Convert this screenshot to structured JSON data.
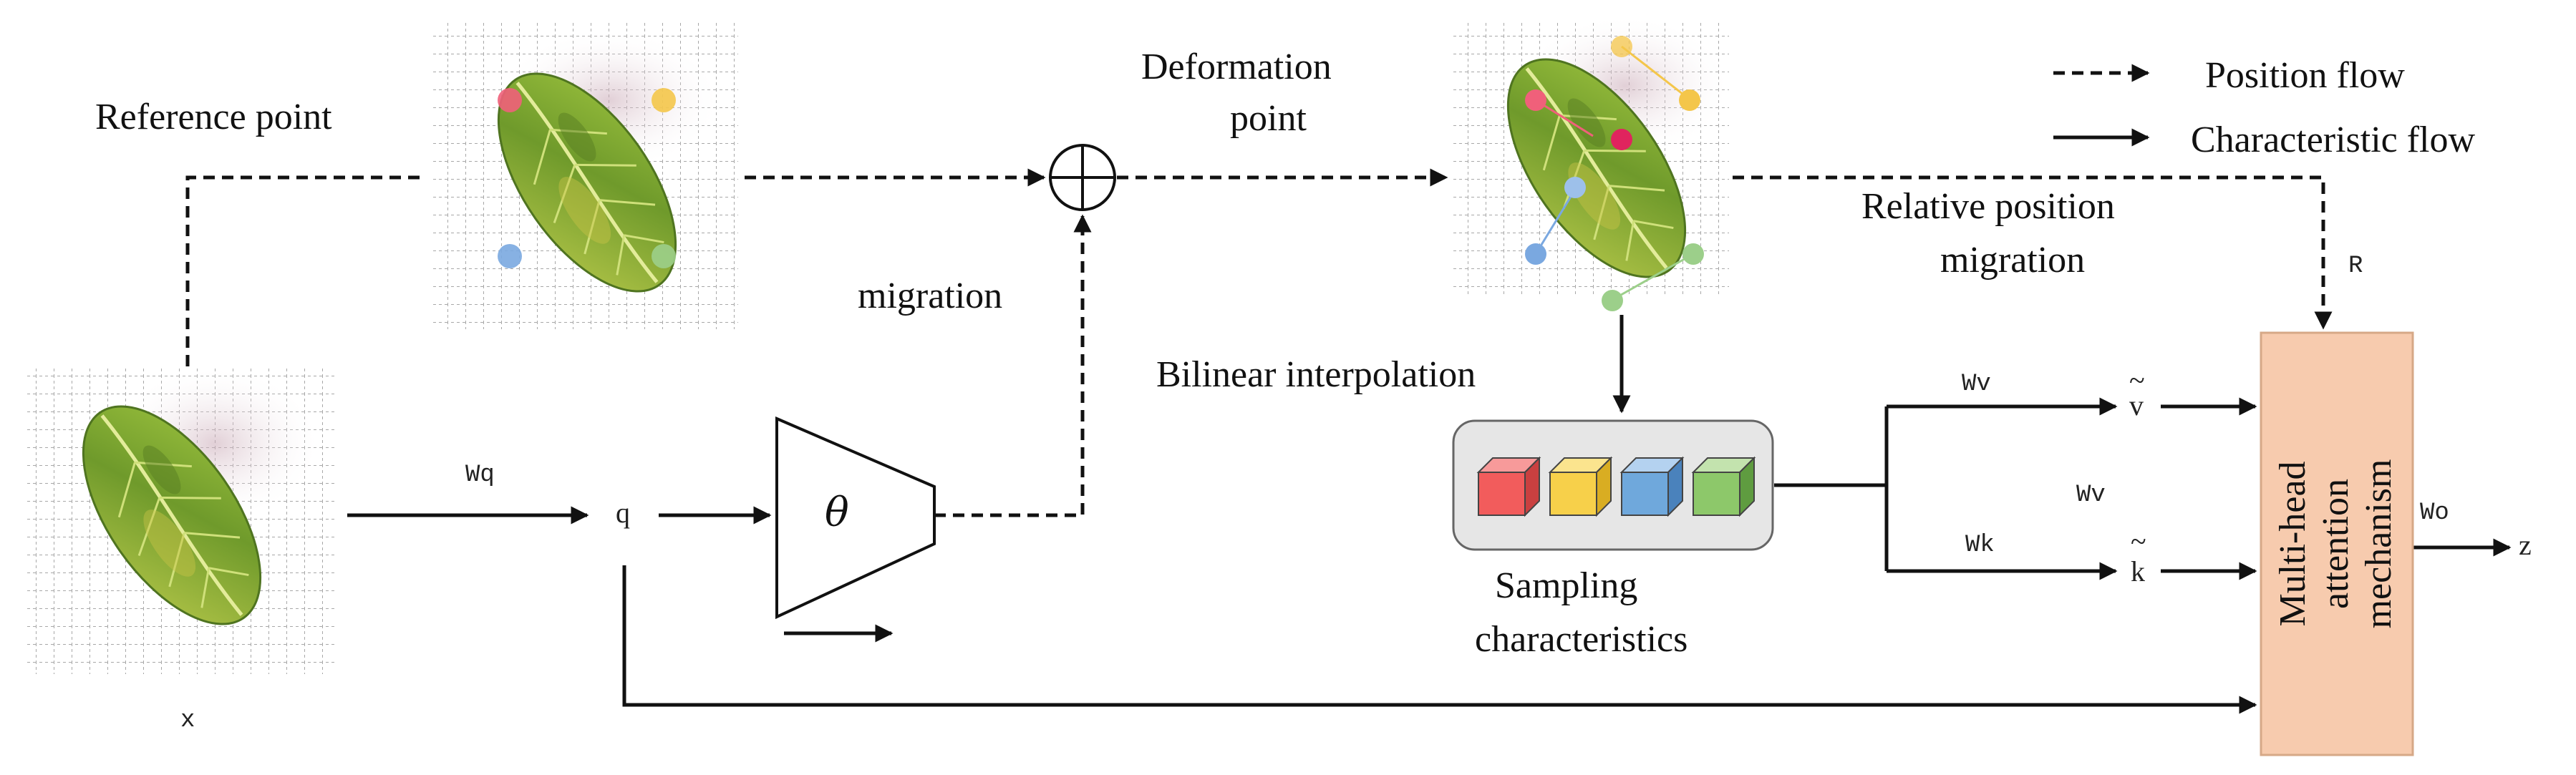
{
  "labels": {
    "reference_point": "Reference point",
    "deformation_point_line1": "Deformation",
    "deformation_point_line2": "point",
    "migration": "migration",
    "relative_line1": "Relative position",
    "relative_line2": "migration",
    "bilinear": "Bilinear interpolation",
    "sampling_line1": "Sampling",
    "sampling_line2": "characteristics",
    "mha_line1": "Multi-head",
    "mha_line2": "attention",
    "mha_line3": "mechanism",
    "x": "x",
    "q": "q",
    "theta": "θ",
    "Wq": "Wq",
    "Wv_top": "Wv",
    "Wv_mid": "Wv",
    "Wk": "Wk",
    "Wo": "Wo",
    "v": "v",
    "k": "k",
    "tilde": "~",
    "z": "z",
    "R": "R"
  },
  "legend": {
    "position_flow": "Position flow",
    "characteristic_flow": "Characteristic flow"
  },
  "colors": {
    "mha_box": "#F7CBAE",
    "sampling_box": "#E6E6E6",
    "cube_red": "#F25C5C",
    "cube_yellow": "#F7D04A",
    "cube_blue": "#6FA8DC",
    "cube_green": "#8DC86A"
  },
  "icons": [
    "leaf-icon",
    "grid-icon",
    "cube-icon"
  ]
}
